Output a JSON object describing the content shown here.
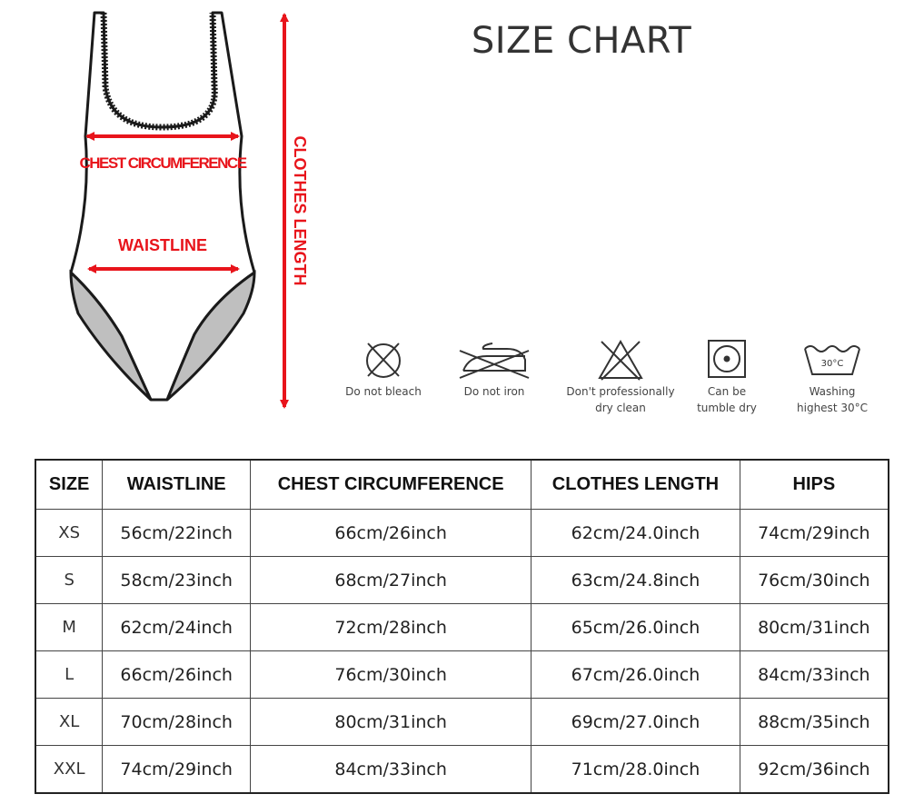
{
  "title": "SIZE CHART",
  "diagram": {
    "chest_label": "CHEST CIRCUMFERENCE",
    "waist_label": "WAISTLINE",
    "length_label": "CLOTHES LENGTH"
  },
  "care": [
    {
      "icon": "no-bleach-icon",
      "line1": "Do not bleach",
      "line2": ""
    },
    {
      "icon": "no-iron-icon",
      "line1": "Do not iron",
      "line2": ""
    },
    {
      "icon": "no-dry-clean-icon",
      "line1": "Don't professionally",
      "line2": "dry clean"
    },
    {
      "icon": "tumble-dry-icon",
      "line1": "Can be",
      "line2": "tumble dry"
    },
    {
      "icon": "wash-30-icon",
      "line1": "Washing",
      "line2": "highest 30°C",
      "tub_text": "30°C"
    }
  ],
  "table": {
    "headers": [
      "SIZE",
      "WAISTLINE",
      "CHEST CIRCUMFERENCE",
      "CLOTHES LENGTH",
      "HIPS"
    ],
    "rows": [
      [
        "XS",
        "56cm/22inch",
        "66cm/26inch",
        "62cm/24.0inch",
        "74cm/29inch"
      ],
      [
        "S",
        "58cm/23inch",
        "68cm/27inch",
        "63cm/24.8inch",
        "76cm/30inch"
      ],
      [
        "M",
        "62cm/24inch",
        "72cm/28inch",
        "65cm/26.0inch",
        "80cm/31inch"
      ],
      [
        "L",
        "66cm/26inch",
        "76cm/30inch",
        "67cm/26.0inch",
        "84cm/33inch"
      ],
      [
        "XL",
        "70cm/28inch",
        "80cm/31inch",
        "69cm/27.0inch",
        "88cm/35inch"
      ],
      [
        "XXL",
        "74cm/29inch",
        "84cm/33inch",
        "71cm/28.0inch",
        "92cm/36inch"
      ]
    ]
  },
  "colors": {
    "accent": "#e8141b",
    "outline": "#1a1a1a"
  }
}
